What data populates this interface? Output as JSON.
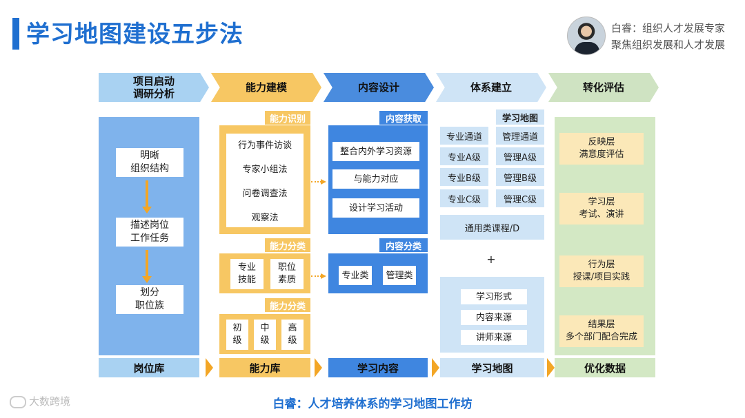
{
  "title": "学习地图建设五步法",
  "author": {
    "line1": "白睿：组织人才发展专家",
    "line2": "聚焦组织发展和人才发展"
  },
  "headers": [
    "项目启动\n调研分析",
    "能力建模",
    "内容设计",
    "体系建立",
    "转化评估"
  ],
  "col1": {
    "items": [
      "明晰\n组织结构",
      "描述岗位\n工作任务",
      "划分\n职位族"
    ],
    "bottom": "岗位库"
  },
  "col2": {
    "tag1": "能力识别",
    "methods": [
      "行为事件访谈",
      "专家小组法",
      "问卷调查法",
      "观察法"
    ],
    "tag2": "能力分类",
    "classes": [
      "专业\n技能",
      "职位\n素质"
    ],
    "tag3": "能力分类",
    "levels": [
      "初\n级",
      "中\n级",
      "高\n级"
    ],
    "bottom": "能力库"
  },
  "col3": {
    "tag1": "内容获取",
    "items": [
      "整合内外学习资源",
      "与能力对应",
      "设计学习活动"
    ],
    "tag2": "内容分类",
    "classes": [
      "专业类",
      "管理类"
    ],
    "bottom": "学习内容"
  },
  "col4": {
    "map_label": "学习地图",
    "channels": [
      "专业通道",
      "管理通道"
    ],
    "grades": [
      [
        "专业A级",
        "管理A级"
      ],
      [
        "专业B级",
        "管理B级"
      ],
      [
        "专业C级",
        "管理C级"
      ]
    ],
    "general": "通用类课程/D",
    "plus": "+",
    "extras": [
      "学习形式",
      "内容来源",
      "讲师来源"
    ],
    "bottom": "学习地图"
  },
  "col5": {
    "layers": [
      "反映层\n满意度评估",
      "学习层\n考试、演讲",
      "行为层\n授课/项目实践",
      "结果层\n多个部门配合完成"
    ],
    "bottom": "优化数据"
  },
  "footer": "白睿：人才培养体系的学习地图工作坊",
  "watermark": "大数跨境",
  "colors": {
    "accent_blue": "#1f6fd0",
    "orange": "#f7c763",
    "arrow_orange": "#f3a626",
    "mid_blue": "#3f86e0",
    "light_blue": "#cfe4f6",
    "light_green": "#d3e8c4"
  }
}
